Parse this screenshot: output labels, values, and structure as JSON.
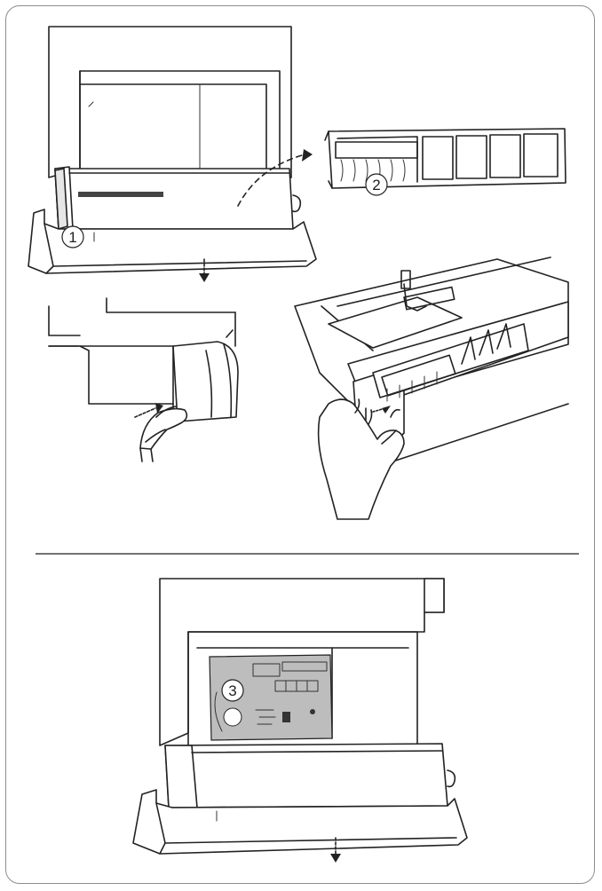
{
  "callouts": [
    {
      "id": "1",
      "label": "1"
    },
    {
      "id": "2",
      "label": "2"
    },
    {
      "id": "3",
      "label": "3"
    }
  ],
  "colors": {
    "frame": "#8c8c8c",
    "line": "#222222",
    "plate": "#bdbdbd"
  },
  "illustrations": {
    "top_left": "accessory-box-open-icon",
    "top_right": "accessory-tray-icon",
    "middle_left": "hand-pushing-icon",
    "middle_right": "hand-inserting-tray-icon",
    "bottom": "accessory-box-needle-plate-icon"
  }
}
